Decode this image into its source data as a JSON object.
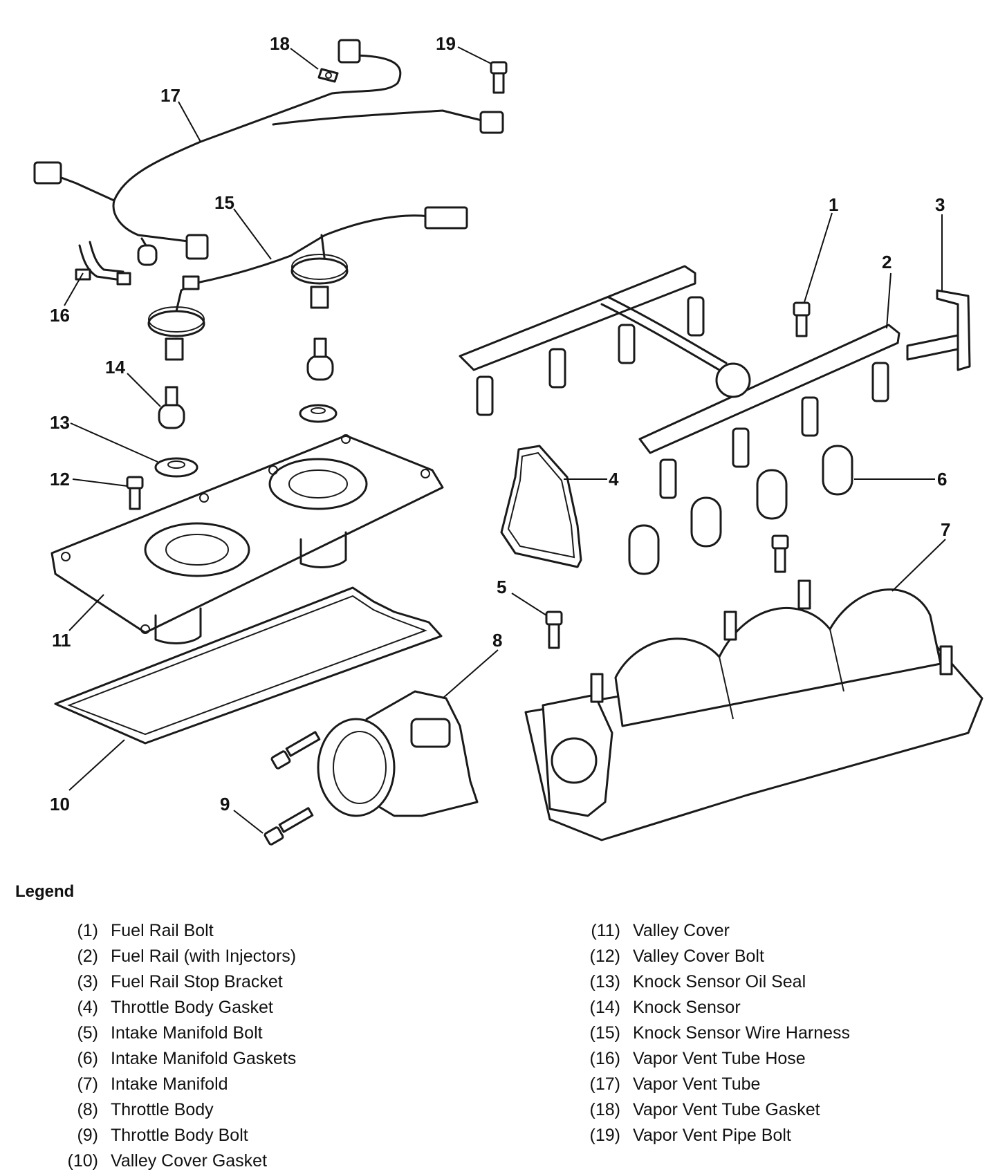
{
  "diagram": {
    "callouts": [
      {
        "label": "1"
      },
      {
        "label": "2"
      },
      {
        "label": "3"
      },
      {
        "label": "4"
      },
      {
        "label": "5"
      },
      {
        "label": "6"
      },
      {
        "label": "7"
      },
      {
        "label": "8"
      },
      {
        "label": "9"
      },
      {
        "label": "10"
      },
      {
        "label": "11"
      },
      {
        "label": "12"
      },
      {
        "label": "13"
      },
      {
        "label": "14"
      },
      {
        "label": "15"
      },
      {
        "label": "16"
      },
      {
        "label": "17"
      },
      {
        "label": "18"
      },
      {
        "label": "19"
      }
    ]
  },
  "legend": {
    "title": "Legend",
    "left": [
      {
        "num": "(1)",
        "text": "Fuel Rail Bolt"
      },
      {
        "num": "(2)",
        "text": "Fuel Rail (with Injectors)"
      },
      {
        "num": "(3)",
        "text": "Fuel Rail Stop Bracket"
      },
      {
        "num": "(4)",
        "text": "Throttle Body Gasket"
      },
      {
        "num": "(5)",
        "text": "Intake Manifold Bolt"
      },
      {
        "num": "(6)",
        "text": "Intake Manifold Gaskets"
      },
      {
        "num": "(7)",
        "text": "Intake Manifold"
      },
      {
        "num": "(8)",
        "text": "Throttle Body"
      },
      {
        "num": "(9)",
        "text": "Throttle Body Bolt"
      },
      {
        "num": "(10)",
        "text": "Valley Cover Gasket"
      }
    ],
    "right": [
      {
        "num": "(11)",
        "text": "Valley Cover"
      },
      {
        "num": "(12)",
        "text": "Valley Cover Bolt"
      },
      {
        "num": "(13)",
        "text": "Knock Sensor Oil Seal"
      },
      {
        "num": "(14)",
        "text": "Knock Sensor"
      },
      {
        "num": "(15)",
        "text": "Knock Sensor Wire Harness"
      },
      {
        "num": "(16)",
        "text": "Vapor Vent Tube Hose"
      },
      {
        "num": "(17)",
        "text": "Vapor Vent Tube"
      },
      {
        "num": "(18)",
        "text": "Vapor Vent Tube Gasket"
      },
      {
        "num": "(19)",
        "text": "Vapor Vent Pipe Bolt"
      }
    ]
  }
}
